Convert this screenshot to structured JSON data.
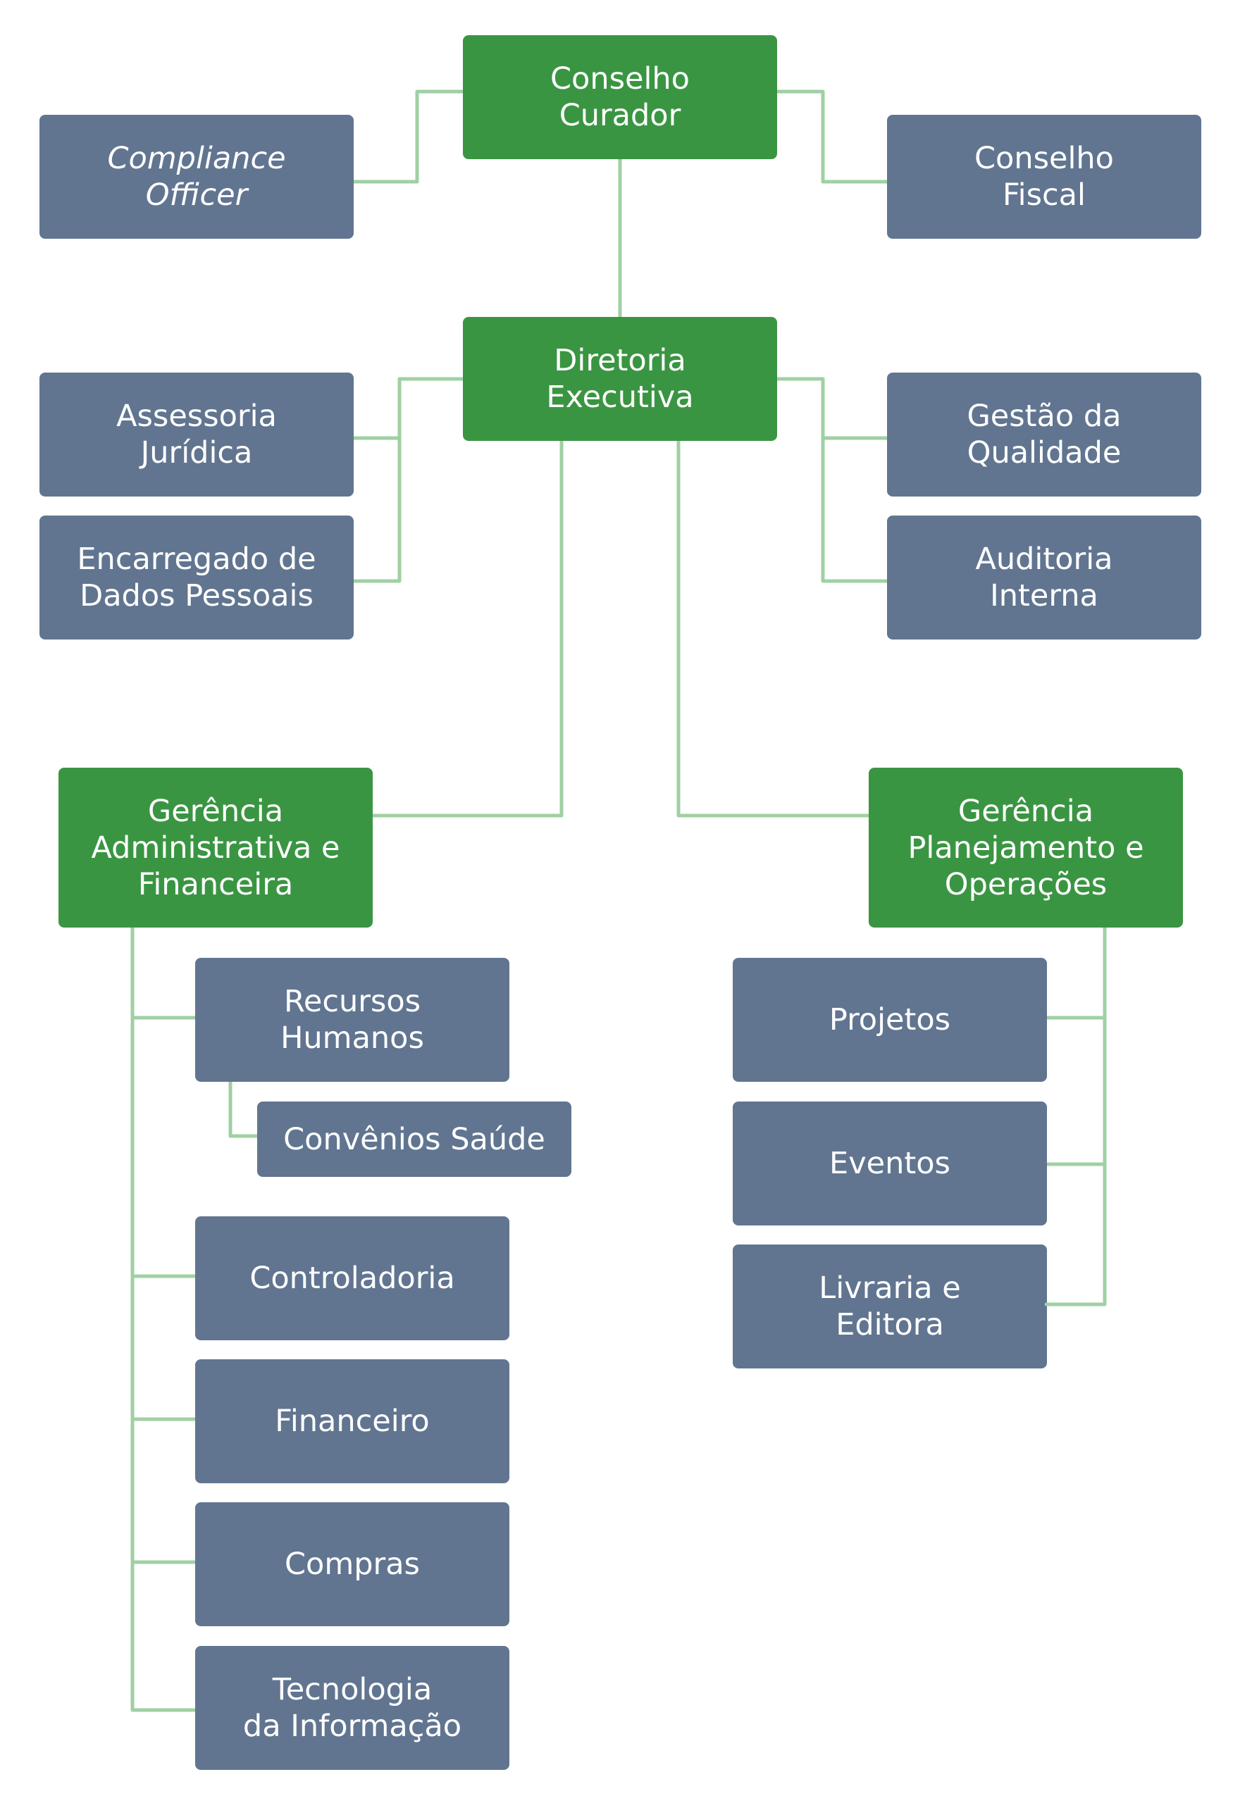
{
  "colors": {
    "primary_box": "#3a9542",
    "secondary_box": "#617590",
    "connector": "#9fd0a3",
    "text": "#ffffff",
    "background": "#ffffff"
  },
  "nodes": {
    "conselho_curador": "Conselho\nCurador",
    "compliance_officer": "Compliance\nOfficer",
    "conselho_fiscal": "Conselho\nFiscal",
    "diretoria_executiva": "Diretoria\nExecutiva",
    "assessoria_juridica": "Assessoria\nJurídica",
    "encarregado_dados": "Encarregado de\nDados Pessoais",
    "gestao_qualidade": "Gestão da\nQualidade",
    "auditoria_interna": "Auditoria\nInterna",
    "gerencia_adm_fin": "Gerência\nAdministrativa e\nFinanceira",
    "gerencia_plan_op": "Gerência\nPlanejamento e\nOperações",
    "recursos_humanos": "Recursos\nHumanos",
    "convenios_saude": "Convênios Saúde",
    "controladoria": "Controladoria",
    "financeiro": "Financeiro",
    "compras": "Compras",
    "tecnologia_informacao": "Tecnologia\nda Informação",
    "projetos": "Projetos",
    "eventos": "Eventos",
    "livraria_editora": "Livraria e\nEditora"
  }
}
